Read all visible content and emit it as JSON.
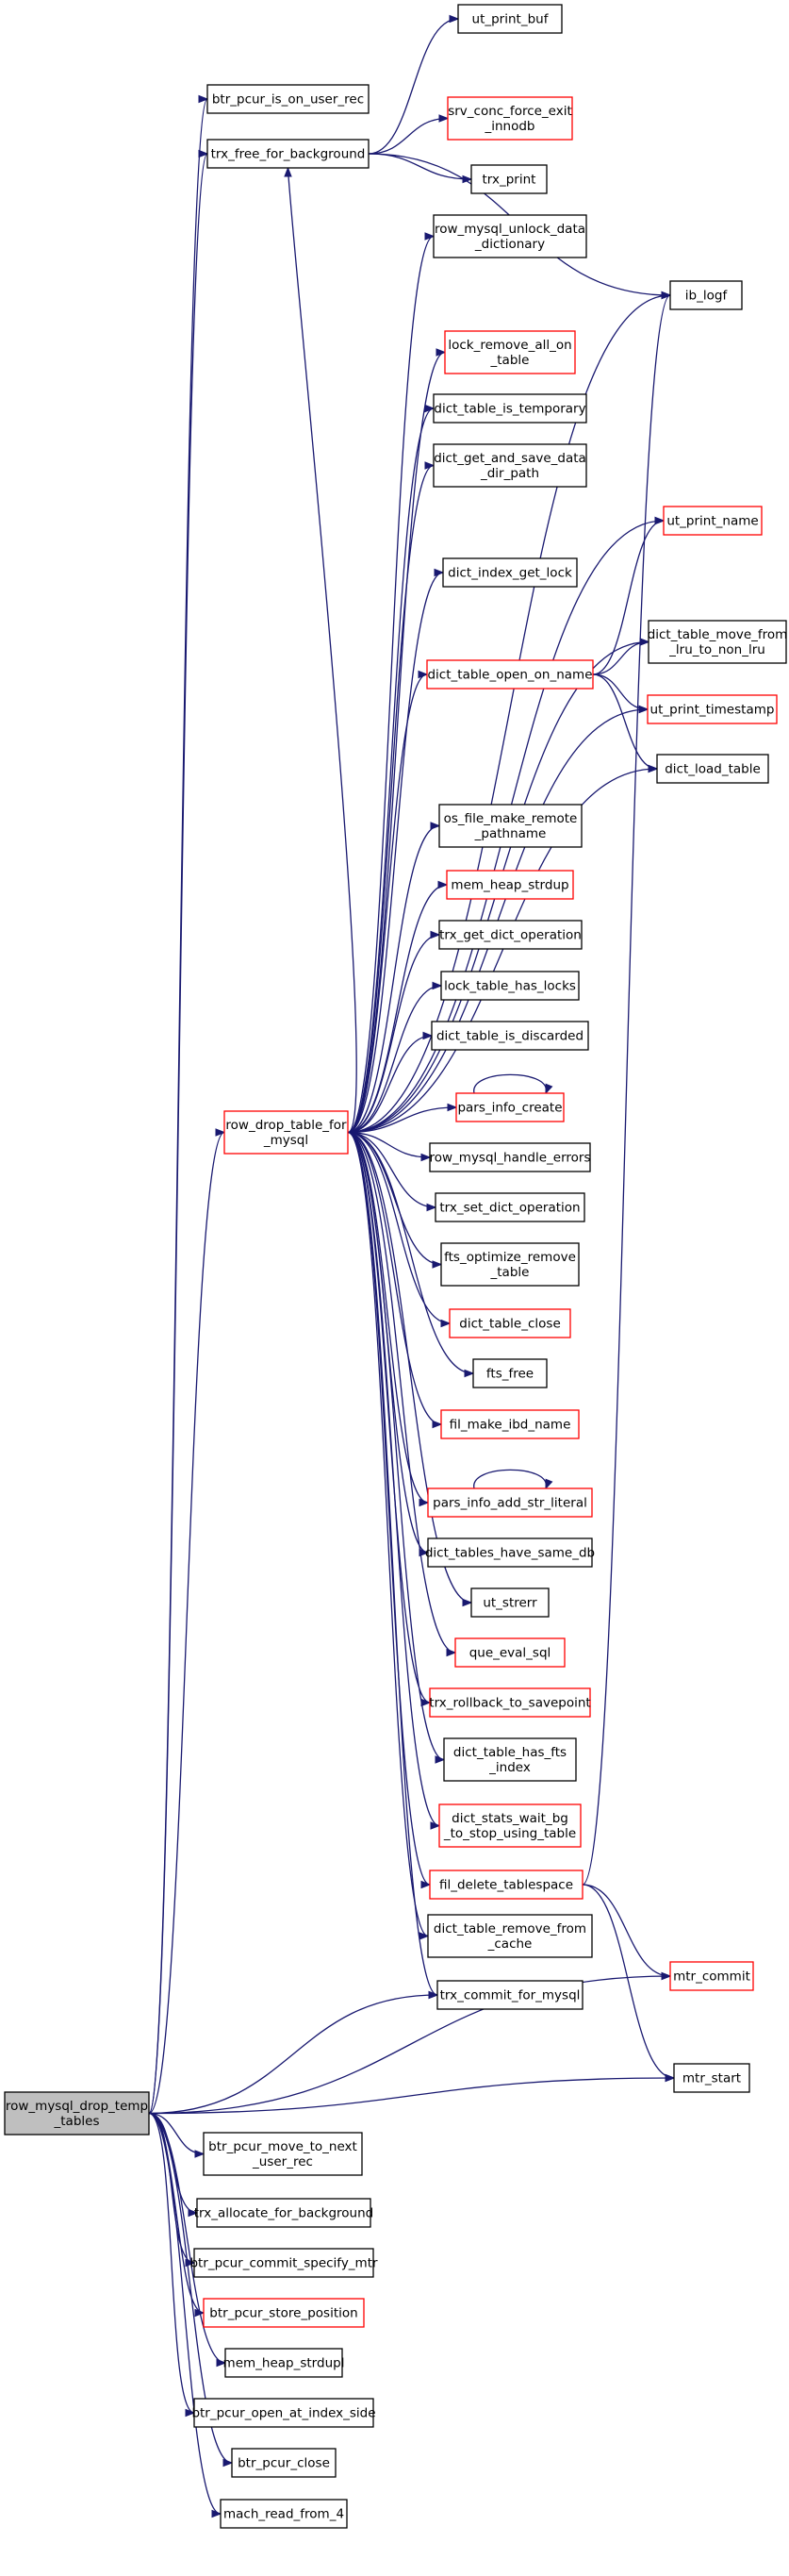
{
  "colors": {
    "edge": "#191970",
    "complete": "#000000",
    "truncated": "#ff0000",
    "focus_fill": "#bfbfbf"
  },
  "nodes": [
    {
      "id": "root",
      "lines": [
        "row_mysql_drop_temp",
        "_tables"
      ],
      "border": "focus"
    },
    {
      "id": "btr_is_user",
      "lines": [
        "btr_pcur_is_on_user_rec"
      ],
      "border": "black"
    },
    {
      "id": "trx_free",
      "lines": [
        "trx_free_for_background"
      ],
      "border": "black"
    },
    {
      "id": "ut_print_buf",
      "lines": [
        "ut_print_buf"
      ],
      "border": "black"
    },
    {
      "id": "srv_conc",
      "lines": [
        "srv_conc_force_exit",
        "_innodb"
      ],
      "border": "red"
    },
    {
      "id": "trx_print",
      "lines": [
        "trx_print"
      ],
      "border": "black"
    },
    {
      "id": "row_unlock",
      "lines": [
        "row_mysql_unlock_data",
        "_dictionary"
      ],
      "border": "black"
    },
    {
      "id": "ib_logf",
      "lines": [
        "ib_logf"
      ],
      "border": "black"
    },
    {
      "id": "lock_remove",
      "lines": [
        "lock_remove_all_on",
        "_table"
      ],
      "border": "red"
    },
    {
      "id": "dict_is_temp",
      "lines": [
        "dict_table_is_temporary"
      ],
      "border": "black"
    },
    {
      "id": "dict_get_save",
      "lines": [
        "dict_get_and_save_data",
        "_dir_path"
      ],
      "border": "black"
    },
    {
      "id": "ut_print_name",
      "lines": [
        "ut_print_name"
      ],
      "border": "red"
    },
    {
      "id": "dict_index_lock",
      "lines": [
        "dict_index_get_lock"
      ],
      "border": "black"
    },
    {
      "id": "dict_open",
      "lines": [
        "dict_table_open_on_name"
      ],
      "border": "red"
    },
    {
      "id": "dict_move",
      "lines": [
        "dict_table_move_from",
        "_lru_to_non_lru"
      ],
      "border": "black"
    },
    {
      "id": "ut_print_ts",
      "lines": [
        "ut_print_timestamp"
      ],
      "border": "red"
    },
    {
      "id": "dict_load",
      "lines": [
        "dict_load_table"
      ],
      "border": "black"
    },
    {
      "id": "os_file",
      "lines": [
        "os_file_make_remote",
        "_pathname"
      ],
      "border": "black"
    },
    {
      "id": "mem_strdup",
      "lines": [
        "mem_heap_strdup"
      ],
      "border": "red"
    },
    {
      "id": "trx_get_dict",
      "lines": [
        "trx_get_dict_operation"
      ],
      "border": "black"
    },
    {
      "id": "lock_has",
      "lines": [
        "lock_table_has_locks"
      ],
      "border": "black"
    },
    {
      "id": "dict_discarded",
      "lines": [
        "dict_table_is_discarded"
      ],
      "border": "black"
    },
    {
      "id": "row_drop",
      "lines": [
        "row_drop_table_for",
        "_mysql"
      ],
      "border": "red"
    },
    {
      "id": "pars_create",
      "lines": [
        "pars_info_create"
      ],
      "border": "red"
    },
    {
      "id": "row_errors",
      "lines": [
        "row_mysql_handle_errors"
      ],
      "border": "black"
    },
    {
      "id": "trx_set_dict",
      "lines": [
        "trx_set_dict_operation"
      ],
      "border": "black"
    },
    {
      "id": "fts_opt",
      "lines": [
        "fts_optimize_remove",
        "_table"
      ],
      "border": "black"
    },
    {
      "id": "dict_close",
      "lines": [
        "dict_table_close"
      ],
      "border": "red"
    },
    {
      "id": "fts_free",
      "lines": [
        "fts_free"
      ],
      "border": "black"
    },
    {
      "id": "fil_make",
      "lines": [
        "fil_make_ibd_name"
      ],
      "border": "red"
    },
    {
      "id": "pars_add",
      "lines": [
        "pars_info_add_str_literal"
      ],
      "border": "red"
    },
    {
      "id": "dict_same_db",
      "lines": [
        "dict_tables_have_same_db"
      ],
      "border": "black"
    },
    {
      "id": "ut_strerr",
      "lines": [
        "ut_strerr"
      ],
      "border": "black"
    },
    {
      "id": "que_eval",
      "lines": [
        "que_eval_sql"
      ],
      "border": "red"
    },
    {
      "id": "trx_rollback",
      "lines": [
        "trx_rollback_to_savepoint"
      ],
      "border": "red"
    },
    {
      "id": "dict_fts",
      "lines": [
        "dict_table_has_fts",
        "_index"
      ],
      "border": "black"
    },
    {
      "id": "dict_stats",
      "lines": [
        "dict_stats_wait_bg",
        "_to_stop_using_table"
      ],
      "border": "red"
    },
    {
      "id": "fil_delete",
      "lines": [
        "fil_delete_tablespace"
      ],
      "border": "red"
    },
    {
      "id": "dict_remove",
      "lines": [
        "dict_table_remove_from",
        "_cache"
      ],
      "border": "black"
    },
    {
      "id": "trx_commit",
      "lines": [
        "trx_commit_for_mysql"
      ],
      "border": "black"
    },
    {
      "id": "mtr_commit",
      "lines": [
        "mtr_commit"
      ],
      "border": "red"
    },
    {
      "id": "mtr_start",
      "lines": [
        "mtr_start"
      ],
      "border": "black"
    },
    {
      "id": "btr_move",
      "lines": [
        "btr_pcur_move_to_next",
        "_user_rec"
      ],
      "border": "black"
    },
    {
      "id": "trx_alloc",
      "lines": [
        "trx_allocate_for_background"
      ],
      "border": "black"
    },
    {
      "id": "btr_commit",
      "lines": [
        "btr_pcur_commit_specify_mtr"
      ],
      "border": "black"
    },
    {
      "id": "btr_store",
      "lines": [
        "btr_pcur_store_position"
      ],
      "border": "red"
    },
    {
      "id": "mem_strdupl",
      "lines": [
        "mem_heap_strdupl"
      ],
      "border": "black"
    },
    {
      "id": "btr_open",
      "lines": [
        "btr_pcur_open_at_index_side"
      ],
      "border": "black"
    },
    {
      "id": "btr_close",
      "lines": [
        "btr_pcur_close"
      ],
      "border": "black"
    },
    {
      "id": "mach_read",
      "lines": [
        "mach_read_from_4"
      ],
      "border": "black"
    }
  ],
  "edges": [
    [
      "root",
      "btr_is_user"
    ],
    [
      "root",
      "trx_free"
    ],
    [
      "root",
      "row_drop"
    ],
    [
      "root",
      "trx_commit"
    ],
    [
      "root",
      "mtr_commit"
    ],
    [
      "root",
      "mtr_start"
    ],
    [
      "root",
      "btr_move"
    ],
    [
      "root",
      "trx_alloc"
    ],
    [
      "root",
      "btr_commit"
    ],
    [
      "root",
      "btr_store"
    ],
    [
      "root",
      "mem_strdupl"
    ],
    [
      "root",
      "btr_open"
    ],
    [
      "root",
      "btr_close"
    ],
    [
      "root",
      "mach_read"
    ],
    [
      "trx_free",
      "ut_print_buf"
    ],
    [
      "trx_free",
      "srv_conc"
    ],
    [
      "trx_free",
      "trx_print"
    ],
    [
      "trx_free",
      "ib_logf"
    ],
    [
      "row_drop",
      "trx_free"
    ],
    [
      "row_drop",
      "row_unlock"
    ],
    [
      "row_drop",
      "ib_logf"
    ],
    [
      "row_drop",
      "lock_remove"
    ],
    [
      "row_drop",
      "dict_is_temp"
    ],
    [
      "row_drop",
      "dict_get_save"
    ],
    [
      "row_drop",
      "ut_print_name"
    ],
    [
      "row_drop",
      "dict_index_lock"
    ],
    [
      "row_drop",
      "dict_open"
    ],
    [
      "row_drop",
      "dict_move"
    ],
    [
      "row_drop",
      "ut_print_ts"
    ],
    [
      "row_drop",
      "dict_load"
    ],
    [
      "row_drop",
      "os_file"
    ],
    [
      "row_drop",
      "mem_strdup"
    ],
    [
      "row_drop",
      "trx_get_dict"
    ],
    [
      "row_drop",
      "lock_has"
    ],
    [
      "row_drop",
      "dict_discarded"
    ],
    [
      "row_drop",
      "pars_create"
    ],
    [
      "row_drop",
      "row_errors"
    ],
    [
      "row_drop",
      "trx_set_dict"
    ],
    [
      "row_drop",
      "fts_opt"
    ],
    [
      "row_drop",
      "dict_close"
    ],
    [
      "row_drop",
      "fts_free"
    ],
    [
      "row_drop",
      "fil_make"
    ],
    [
      "row_drop",
      "pars_add"
    ],
    [
      "row_drop",
      "dict_same_db"
    ],
    [
      "row_drop",
      "ut_strerr"
    ],
    [
      "row_drop",
      "que_eval"
    ],
    [
      "row_drop",
      "trx_rollback"
    ],
    [
      "row_drop",
      "dict_fts"
    ],
    [
      "row_drop",
      "dict_stats"
    ],
    [
      "row_drop",
      "fil_delete"
    ],
    [
      "row_drop",
      "dict_remove"
    ],
    [
      "row_drop",
      "trx_commit"
    ],
    [
      "dict_open",
      "ut_print_name"
    ],
    [
      "dict_open",
      "dict_move"
    ],
    [
      "dict_open",
      "ut_print_ts"
    ],
    [
      "dict_open",
      "dict_load"
    ],
    [
      "fil_delete",
      "ib_logf"
    ],
    [
      "fil_delete",
      "mtr_commit"
    ],
    [
      "fil_delete",
      "mtr_start"
    ],
    [
      "pars_create",
      "pars_create"
    ],
    [
      "pars_add",
      "pars_add"
    ]
  ]
}
